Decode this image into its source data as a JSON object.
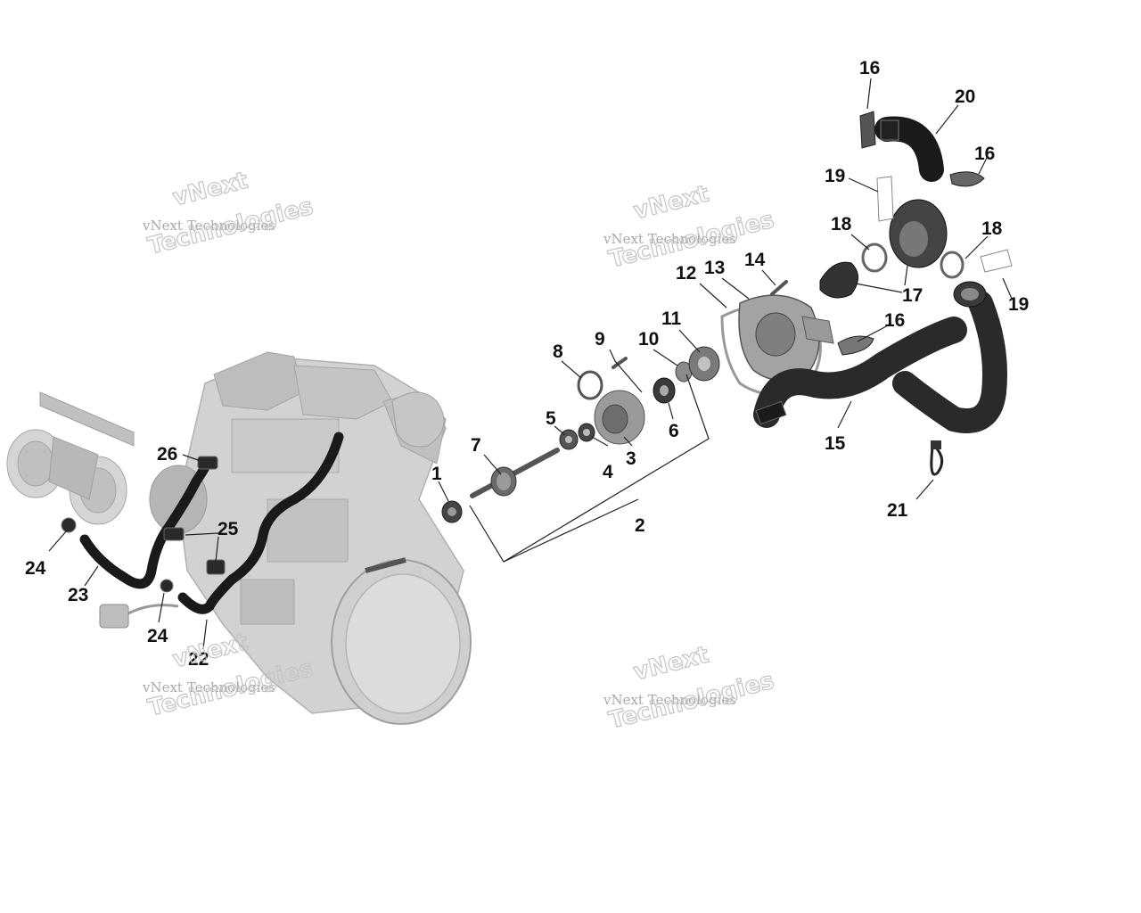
{
  "watermark": {
    "line1": "vNext",
    "line2": "vNext Technologies",
    "line3": "Technologies"
  },
  "callouts": [
    {
      "id": "c1",
      "label": "1"
    },
    {
      "id": "c2",
      "label": "2"
    },
    {
      "id": "c3",
      "label": "3"
    },
    {
      "id": "c4",
      "label": "4"
    },
    {
      "id": "c5",
      "label": "5"
    },
    {
      "id": "c6",
      "label": "6"
    },
    {
      "id": "c7",
      "label": "7"
    },
    {
      "id": "c8",
      "label": "8"
    },
    {
      "id": "c9",
      "label": "9"
    },
    {
      "id": "c10",
      "label": "10"
    },
    {
      "id": "c11",
      "label": "11"
    },
    {
      "id": "c12",
      "label": "12"
    },
    {
      "id": "c13",
      "label": "13"
    },
    {
      "id": "c14",
      "label": "14"
    },
    {
      "id": "c15",
      "label": "15"
    },
    {
      "id": "c16a",
      "label": "16"
    },
    {
      "id": "c16b",
      "label": "16"
    },
    {
      "id": "c16c",
      "label": "16"
    },
    {
      "id": "c17",
      "label": "17"
    },
    {
      "id": "c18a",
      "label": "18"
    },
    {
      "id": "c18b",
      "label": "18"
    },
    {
      "id": "c19a",
      "label": "19"
    },
    {
      "id": "c19b",
      "label": "19"
    },
    {
      "id": "c20",
      "label": "20"
    },
    {
      "id": "c21",
      "label": "21"
    },
    {
      "id": "c22",
      "label": "22"
    },
    {
      "id": "c23",
      "label": "23"
    },
    {
      "id": "c24a",
      "label": "24"
    },
    {
      "id": "c24b",
      "label": "24"
    },
    {
      "id": "c25",
      "label": "25"
    },
    {
      "id": "c26",
      "label": "26"
    }
  ],
  "colors": {
    "engine_gray": "#c8c8c8",
    "hose_black": "#1a1a1a",
    "part_dark": "#3a3a3a",
    "part_mid": "#8a8a8a"
  }
}
